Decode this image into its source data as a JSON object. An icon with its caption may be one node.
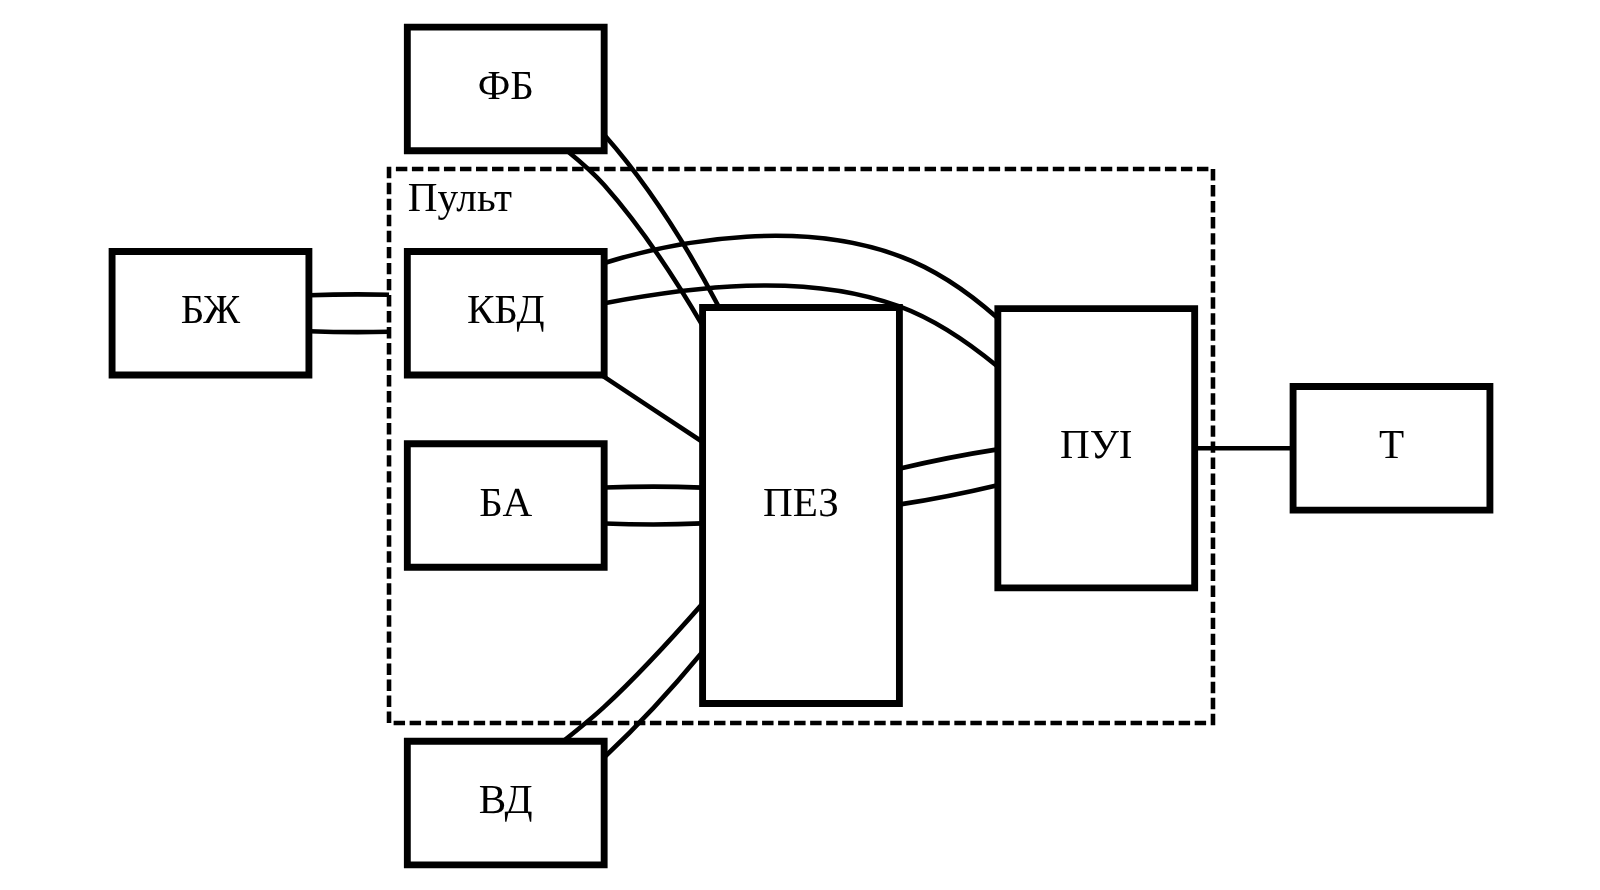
{
  "diagram": {
    "nodes": [
      {
        "text": [
          "Пульт"
        ]
      },
      {
        "text": [
          "БЖ"
        ]
      },
      {
        "text": [
          "КБД"
        ],
        "in": 0
      },
      {
        "text": [
          "ПУI"
        ],
        "in": 0
      },
      {
        "text": [
          "Т"
        ]
      },
      {
        "text": [
          "ФБ"
        ]
      },
      {
        "text": [
          "БА"
        ],
        "in": 0
      },
      {
        "text": [
          "ПЕЗ"
        ],
        "in": 0
      },
      {
        "text": [
          "ВД"
        ]
      }
    ],
    "edges": [
      {
        "from": 1,
        "to": 0,
        "arrow": "none"
      },
      {
        "from": 1,
        "to": 0,
        "arrow": "none"
      },
      {
        "from": 2,
        "to": 3,
        "arrow": "none"
      },
      {
        "from": 2,
        "to": 3,
        "arrow": "none"
      },
      {
        "from": 3,
        "to": 4,
        "arrow": "none"
      },
      {
        "from": 2,
        "to": 7,
        "arrow": "none"
      },
      {
        "from": 5,
        "to": 7,
        "arrow": "none"
      },
      {
        "from": 5,
        "to": 7,
        "arrow": "none"
      },
      {
        "from": 6,
        "to": 7,
        "arrow": "none"
      },
      {
        "from": 6,
        "to": 7,
        "arrow": "none"
      },
      {
        "from": 7,
        "to": 3,
        "arrow": "none"
      },
      {
        "from": 7,
        "to": 3,
        "arrow": "none"
      },
      {
        "from": 8,
        "to": 7,
        "arrow": "none"
      },
      {
        "from": 8,
        "to": 7,
        "arrow": "none"
      }
    ]
  }
}
